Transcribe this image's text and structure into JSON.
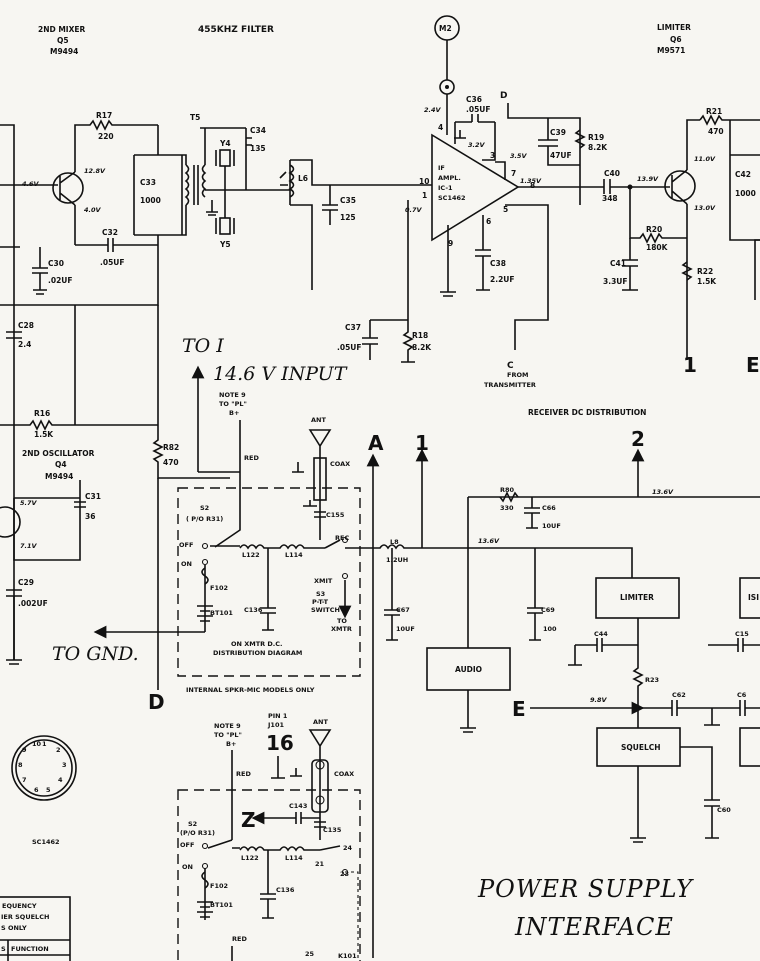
{
  "headers": {
    "mixer": [
      "2ND MIXER",
      "Q5",
      "M9494"
    ],
    "filter": "455KHZ FILTER",
    "limiter": [
      "LIMITER",
      "Q6",
      "M9571"
    ],
    "oscillator": [
      "2ND OSCILLATOR",
      "Q4",
      "M9494"
    ]
  },
  "test_point": "M2",
  "connectors": {
    "d_top": "D",
    "c": "C",
    "one_top": "1",
    "e_top": "E",
    "a": "A",
    "one_mid": "1",
    "two": "2",
    "d_mid": "D",
    "e_mid": "E",
    "sixteen": "16",
    "z": "Z"
  },
  "parts": {
    "r17": "R17",
    "r17v": "220",
    "t5": "T5",
    "c34": "C34",
    "c34v": "135",
    "y4": "Y4",
    "y5": "Y5",
    "c33": "C33",
    "c33v": "1000",
    "l6": "L6",
    "c35": "C35",
    "c35v": "125",
    "c30": "C30",
    "c30v": ".02UF",
    "c32": "C32",
    "c32v": ".05UF",
    "c28": "C28",
    "c28v": "2.4",
    "r16": "R16",
    "r16v": "1.5K",
    "r82": "R82",
    "r82v": "470",
    "c31": "C31",
    "c31v": "36",
    "c29": "C29",
    "c29v": ".002UF",
    "c36": "C36",
    "c36v": ".05UF",
    "c39": "C39",
    "c39v": "47UF",
    "r19": "R19",
    "r19v": "8.2K",
    "c38": "C38",
    "c38v": "2.2UF",
    "c37": "C37",
    "c37v": ".05UF",
    "r18": "R18",
    "r18v": "8.2K",
    "ic_label": [
      "IF",
      "AMPL.",
      "IC-1",
      "SC1462"
    ],
    "c40": "C40",
    "c40v": "348",
    "r21": "R21",
    "r21v": "470",
    "c42": "C42",
    "c42v": "1000",
    "r20": "R20",
    "r20v": "180K",
    "c41": "C41",
    "c41v": "3.3UF",
    "r22": "R22",
    "r22v": "1.5K"
  },
  "pins": {
    "p4": "4",
    "p3": "3",
    "p7": "7",
    "p8": "8",
    "p10": "10",
    "p1": "1",
    "p9": "9",
    "p6": "6",
    "p5": "5"
  },
  "voltages": {
    "v46": "4.6V",
    "v128": "12.8V",
    "v40": "4.0V",
    "v24": "2.4V",
    "v32": "3.2V",
    "v35": "3.5V",
    "v135": "1.35V",
    "v07": "0.7V",
    "v139": "13.9V",
    "v110": "11.0V",
    "v130": "13.0V",
    "v57": "5.7V",
    "v71": "7.1V",
    "v136a": "13.6V",
    "v136b": "13.6V",
    "v98": "9.8V"
  },
  "from_transmitter": [
    "FROM",
    "TRANSMITTER"
  ],
  "handwriting": {
    "to_i": "TO I",
    "input": "14.6 V INPUT",
    "to_gnd": "TO GND.",
    "power1": "POWER SUPPLY",
    "power2": "INTERFACE"
  },
  "dist_title": "RECEIVER DC DISTRIBUTION",
  "boxes": {
    "limiter": "LIMITER",
    "squelch": "SQUELCH",
    "audio": "AUDIO",
    "partial": "ISI"
  },
  "dist_parts": {
    "r80": "R80",
    "r80v": "330",
    "c66": "C66",
    "c66v": "10UF",
    "l8": "L8",
    "l8v": "1.2UH",
    "c67": "C67",
    "c67v": "10UF",
    "c69": "C69",
    "c69v": "100",
    "c44": "C44",
    "c15": "C15",
    "r23": "R23",
    "c62": "C62",
    "c6": "C6",
    "c60": "C60"
  },
  "upper_panel": {
    "note": [
      "NOTE 9",
      "TO \"PL\"",
      "B+"
    ],
    "red": "RED",
    "ant": "ANT",
    "coax": "COAX",
    "s2": "S2",
    "s2sub": "( P/O R31)",
    "off": "OFF",
    "on": "ON",
    "l122": "L122",
    "l114": "L114",
    "rec": "REC",
    "c155": "C155",
    "f102": "F102",
    "bt101": "BT101",
    "c136": "C136",
    "xmit": "XMIT",
    "s3": [
      "S3",
      "P-T-T",
      "SWITCH"
    ],
    "to_xmtr": [
      "TO",
      "XMTR"
    ],
    "caption": [
      "ON XMTR D.C.",
      "DISTRIBUTION DIAGRAM"
    ],
    "internal": "INTERNAL SPKR-MIC MODELS ONLY"
  },
  "lower_panel": {
    "note": [
      "NOTE 9",
      "TO \"PL\"",
      "B+"
    ],
    "pin": [
      "PIN 1",
      "J101"
    ],
    "red": "RED",
    "red2": "RED",
    "ant": "ANT",
    "coax": "COAX",
    "s2": "S2",
    "s2sub": "(P/O R31)",
    "off": "OFF",
    "on": "ON",
    "c143": "C143",
    "c135": "C135",
    "l122": "L122",
    "l114": "L114",
    "f102": "F102",
    "bt101": "BT101",
    "c136": "C136",
    "n24": "24",
    "n21": "21",
    "n23": "23",
    "n25": "25",
    "k101": "K101"
  },
  "socket": {
    "pins": [
      "1",
      "2",
      "3",
      "4",
      "5",
      "6",
      "7",
      "8",
      "9",
      "10"
    ],
    "label": "SC1462"
  },
  "table": {
    "rows": [
      "EQUENCY",
      "IER SQUELCH",
      "S ONLY"
    ],
    "col1": "S",
    "col2": "FUNCTION"
  }
}
